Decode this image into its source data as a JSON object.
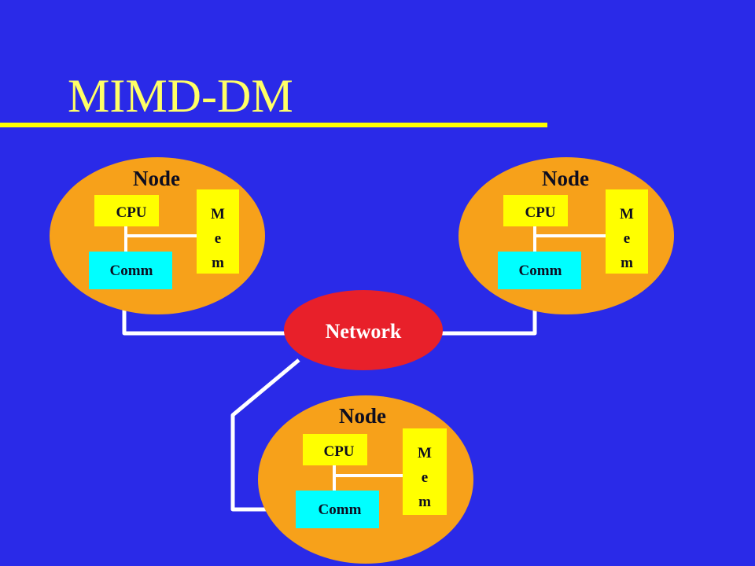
{
  "slide": {
    "title": "MIMD-DM"
  },
  "colors": {
    "background": "#2a2ae8",
    "title": "#ffff66",
    "rule": "#ffff00",
    "node_fill": "#f7a11a",
    "cpu_fill": "#ffff00",
    "mem_fill": "#ffff00",
    "comm_fill": "#00ffff",
    "network_fill": "#e8202a",
    "wire": "#ffffff"
  },
  "nodes": [
    {
      "label": "Node",
      "cpu": "CPU",
      "comm": "Comm",
      "mem": [
        "M",
        "e",
        "m"
      ]
    },
    {
      "label": "Node",
      "cpu": "CPU",
      "comm": "Comm",
      "mem": [
        "M",
        "e",
        "m"
      ]
    },
    {
      "label": "Node",
      "cpu": "CPU",
      "comm": "Comm",
      "mem": [
        "M",
        "e",
        "m"
      ]
    }
  ],
  "network": {
    "label": "Network"
  }
}
